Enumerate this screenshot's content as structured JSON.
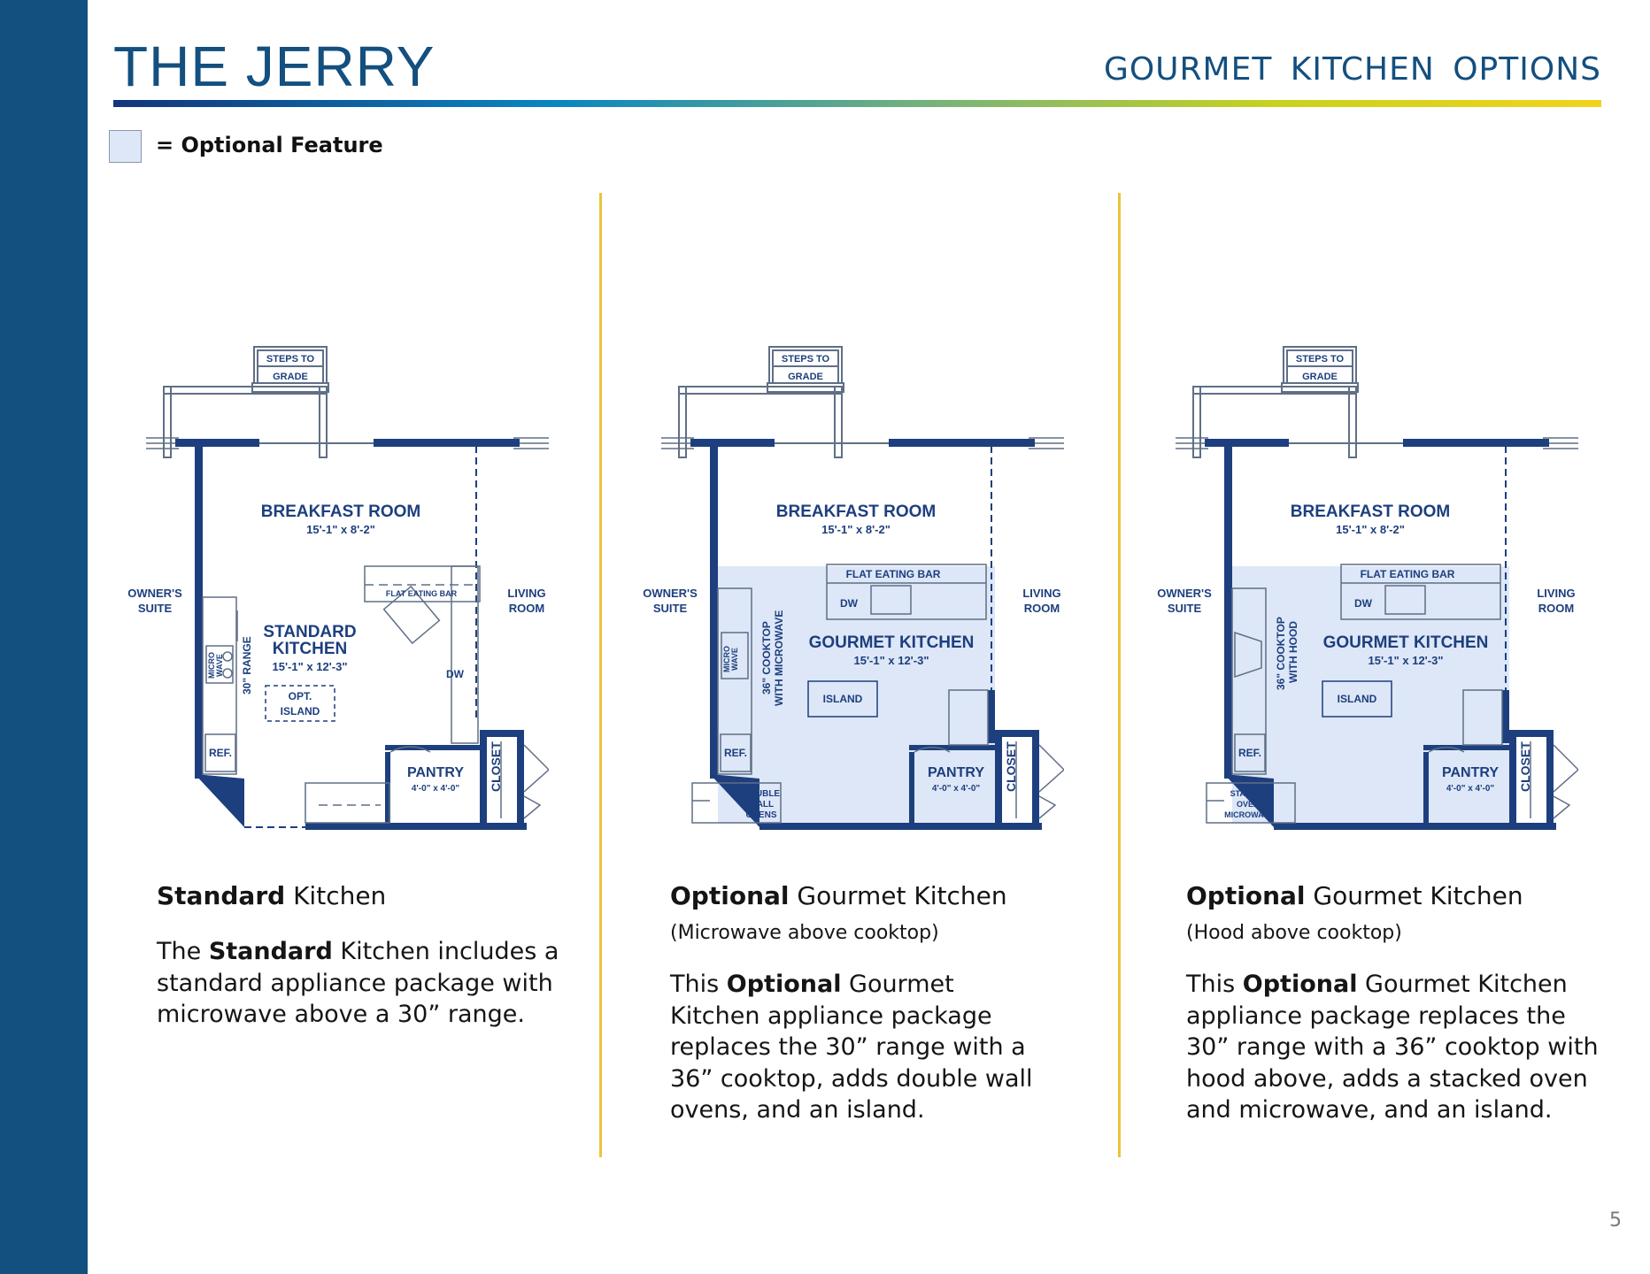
{
  "header": {
    "title": "THE JERRY",
    "subtitle": "GOURMET KITCHEN OPTIONS"
  },
  "legend": {
    "label": "= Optional Feature",
    "swatch_color": "#dde7f7"
  },
  "colors": {
    "brand_blue": "#134f7f",
    "wall_blue": "#1d3f7e",
    "divider_gold": "#ecc43a"
  },
  "plans": [
    {
      "steps": [
        "STEPS TO",
        "GRADE"
      ],
      "breakfast_room": "BREAKFAST ROOM",
      "breakfast_dims": "15'-1\" x 8'-2\"",
      "owners_suite": [
        "OWNER'S",
        "SUITE"
      ],
      "living_room": [
        "LIVING",
        "ROOM"
      ],
      "kitchen_name": [
        "STANDARD",
        "KITCHEN"
      ],
      "kitchen_dims": "15'-1\" x 12'-3\"",
      "eating_bar": "FLAT EATING BAR",
      "dw": "DW",
      "microwave": [
        "MICRO",
        "WAVE"
      ],
      "range": "30\" RANGE",
      "island": [
        "OPT.",
        "ISLAND"
      ],
      "ref": "REF.",
      "pantry": "PANTRY",
      "pantry_dims": "4'-0\" x 4'-0\"",
      "closet": "CLOSET"
    },
    {
      "steps": [
        "STEPS TO",
        "GRADE"
      ],
      "breakfast_room": "BREAKFAST ROOM",
      "breakfast_dims": "15'-1\" x 8'-2\"",
      "owners_suite": [
        "OWNER'S",
        "SUITE"
      ],
      "living_room": [
        "LIVING",
        "ROOM"
      ],
      "kitchen_name": "GOURMET KITCHEN",
      "kitchen_dims": "15'-1\" x 12'-3\"",
      "eating_bar": "FLAT EATING BAR",
      "dw": "DW",
      "microwave": [
        "MICRO",
        "WAVE"
      ],
      "cooktop": [
        "36\" COOKTOP",
        "WITH MICROWAVE"
      ],
      "island": "ISLAND",
      "ref": "REF.",
      "pantry": "PANTRY",
      "pantry_dims": "4'-0\" x 4'-0\"",
      "closet": "CLOSET",
      "ovens": [
        "DOUBLE",
        "WALL",
        "OVENS"
      ]
    },
    {
      "steps": [
        "STEPS TO",
        "GRADE"
      ],
      "breakfast_room": "BREAKFAST ROOM",
      "breakfast_dims": "15'-1\" x 8'-2\"",
      "owners_suite": [
        "OWNER'S",
        "SUITE"
      ],
      "living_room": [
        "LIVING",
        "ROOM"
      ],
      "kitchen_name": "GOURMET KITCHEN",
      "kitchen_dims": "15'-1\" x 12'-3\"",
      "eating_bar": "FLAT EATING BAR",
      "dw": "DW",
      "cooktop": [
        "36\" COOKTOP",
        "WITH HOOD"
      ],
      "island": "ISLAND",
      "ref": "REF.",
      "pantry": "PANTRY",
      "pantry_dims": "4'-0\" x 4'-0\"",
      "closet": "CLOSET",
      "ovens": [
        "STACKED",
        "OVEN/",
        "MICROWAVE"
      ]
    }
  ],
  "columns": [
    {
      "heading_bold": "Standard",
      "heading_rest": " Kitchen",
      "body_pre": "The ",
      "body_bold": "Standard",
      "body_post": " Kitchen includes a standard appliance package with microwave above a 30” range."
    },
    {
      "heading_bold": "Optional",
      "heading_rest": " Gourmet Kitchen",
      "sub": "(Microwave above cooktop)",
      "body_pre": "This ",
      "body_bold": "Optional",
      "body_post": " Gourmet Kitchen appliance package replaces the 30” range with a 36” cooktop, adds double wall ovens, and an island."
    },
    {
      "heading_bold": "Optional",
      "heading_rest": " Gourmet Kitchen",
      "sub": "(Hood above cooktop)",
      "body_pre": "This ",
      "body_bold": "Optional",
      "body_post": " Gourmet Kitchen appliance package replaces the 30” range with a 36” cooktop with hood above, adds a stacked oven and microwave, and an island."
    }
  ],
  "page_number": "5"
}
